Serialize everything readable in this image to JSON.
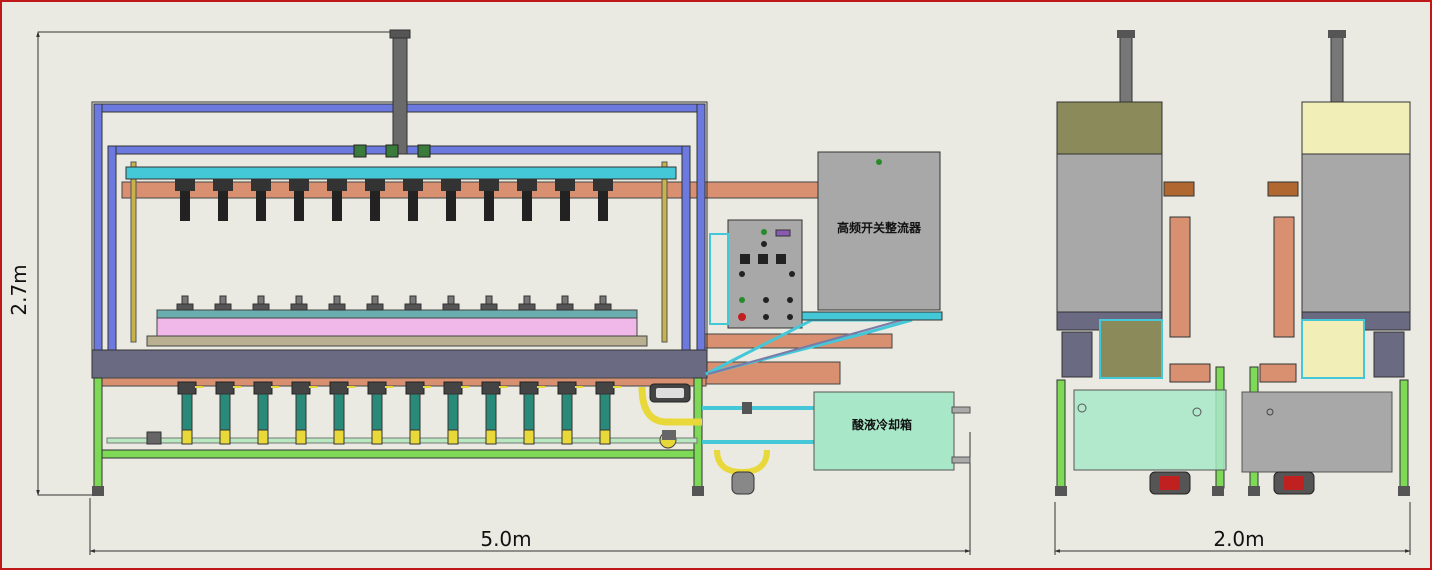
{
  "dimensions": {
    "height_label": "2.7m",
    "width_label": "5.0m",
    "depth_label": "2.0m"
  },
  "labels": {
    "power_supply": "高频开关整流器",
    "cooling_tank": "酸液冷却箱"
  },
  "colors": {
    "frame_border": "#c01818",
    "background": "#eaeae2",
    "frame_blue": "#6c7ae0",
    "rail_cyan": "#44c8d8",
    "support_green": "#7ed957",
    "beam_brown": "#d89070",
    "tray_pink": "#f0b8e8",
    "cabinet_grey": "#a8a8a8",
    "valve_yellow": "#e8d83a"
  },
  "counts": {
    "upper_electrodes": 12,
    "lower_electrodes": 12,
    "drain_pipes": 12
  }
}
